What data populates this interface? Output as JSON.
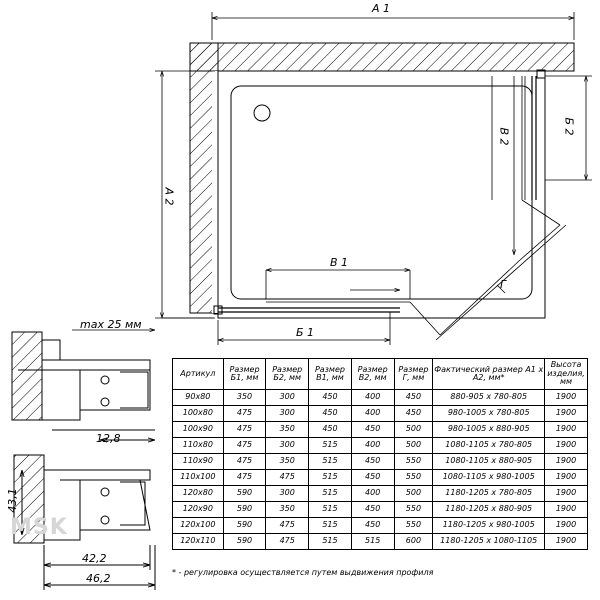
{
  "dimensions": {
    "a1": "А 1",
    "a2": "А 2",
    "b1": "Б 1",
    "b2": "Б 2",
    "v1": "В 1",
    "v2": "В 2",
    "g": "Г"
  },
  "profile": {
    "max_label": "max 25 мм",
    "dim_12_8": "12,8",
    "dim_43_1": "43,1",
    "dim_42_2": "42,2",
    "dim_46_2": "46,2"
  },
  "table": {
    "headers": [
      "Артикул",
      "Размер Б1, мм",
      "Размер Б2, мм",
      "Размер В1, мм",
      "Размер В2, мм",
      "Размер Г, мм",
      "Фактический размер А1 х А2, мм*",
      "Высота изделия, мм"
    ],
    "rows": [
      [
        "90х80",
        "350",
        "300",
        "450",
        "400",
        "450",
        "880-905 х 780-805",
        "1900"
      ],
      [
        "100х80",
        "475",
        "300",
        "450",
        "400",
        "450",
        "980-1005 х 780-805",
        "1900"
      ],
      [
        "100х90",
        "475",
        "350",
        "450",
        "450",
        "500",
        "980-1005 х 880-905",
        "1900"
      ],
      [
        "110х80",
        "475",
        "300",
        "515",
        "400",
        "500",
        "1080-1105 х 780-805",
        "1900"
      ],
      [
        "110х90",
        "475",
        "350",
        "515",
        "450",
        "550",
        "1080-1105 х 880-905",
        "1900"
      ],
      [
        "110х100",
        "475",
        "475",
        "515",
        "450",
        "550",
        "1080-1105 х 980-1005",
        "1900"
      ],
      [
        "120х80",
        "590",
        "300",
        "515",
        "400",
        "500",
        "1180-1205 х 780-805",
        "1900"
      ],
      [
        "120х90",
        "590",
        "350",
        "515",
        "450",
        "550",
        "1180-1205 х 880-905",
        "1900"
      ],
      [
        "120х100",
        "590",
        "475",
        "515",
        "450",
        "550",
        "1180-1205 х 980-1005",
        "1900"
      ],
      [
        "120х110",
        "590",
        "475",
        "515",
        "515",
        "600",
        "1180-1205 х 1080-1105",
        "1900"
      ]
    ]
  },
  "footnote": "* - регулировка осуществляется путем выдвижения профиля",
  "watermark": "MSK"
}
